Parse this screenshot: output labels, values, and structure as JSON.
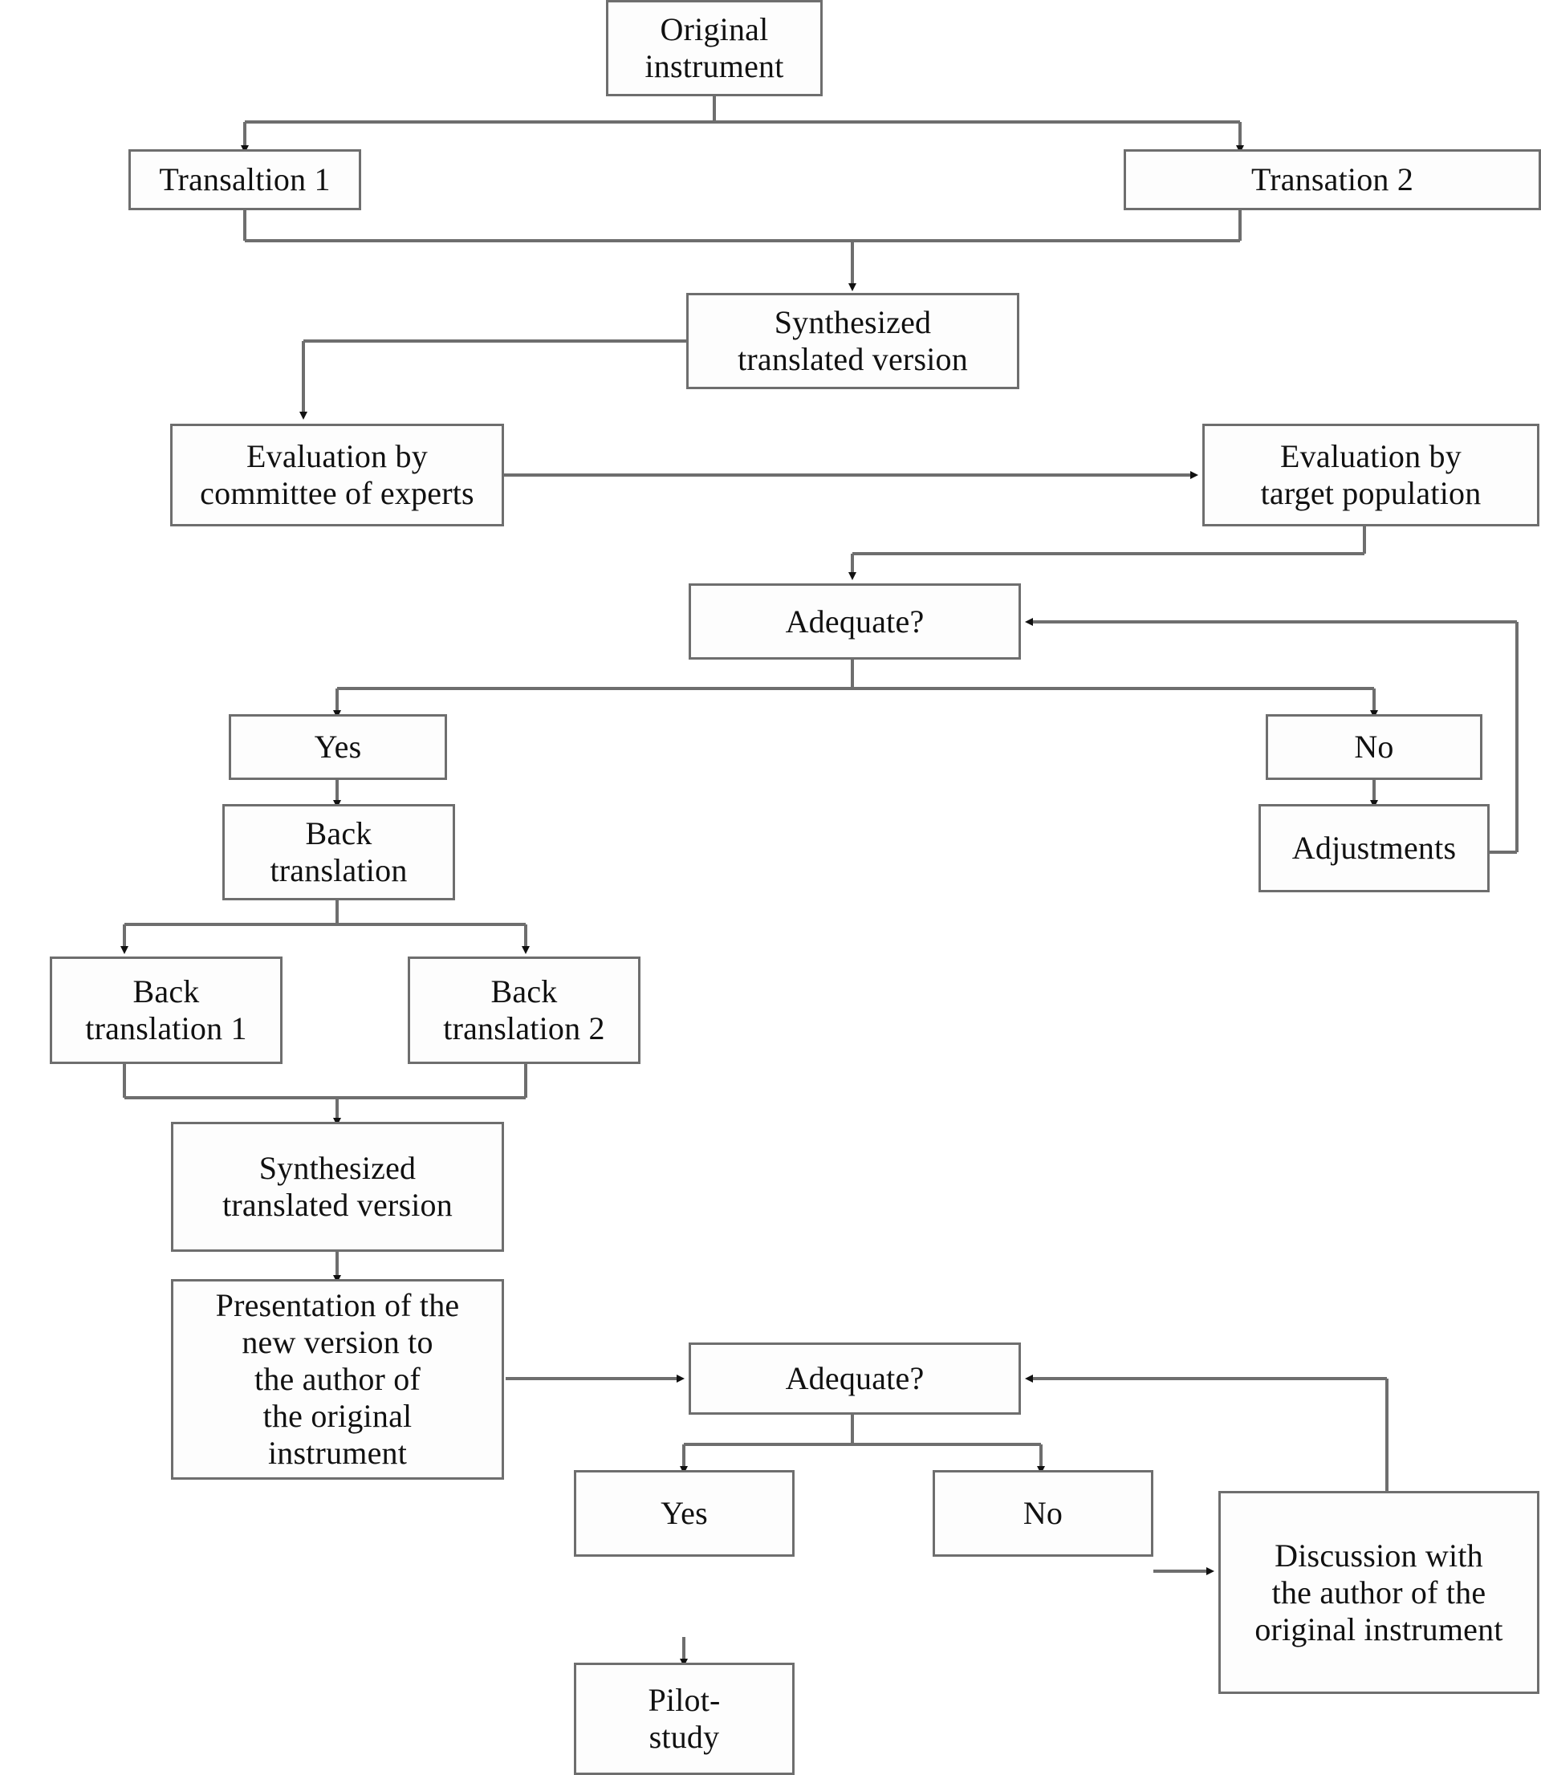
{
  "diagram": {
    "title": "Cross-cultural adaptation flowchart",
    "stroke_color": "#6e6e6e",
    "text_color": "#111111",
    "background": "#ffffff"
  },
  "nodes": {
    "original_instrument": "Original\ninstrument",
    "translation_1": "Transaltion 1",
    "translation_2": "Transation 2",
    "synthesized_1": "Synthesized\ntranslated version",
    "eval_committee": "Evaluation by\ncommittee of experts",
    "eval_target": "Evaluation by\ntarget population",
    "adequate_1": "Adequate?",
    "yes_1": "Yes",
    "no_1": "No",
    "adjustments": "Adjustments",
    "back_translation": "Back\ntranslation",
    "back_translation_1": "Back\ntranslation 1",
    "back_translation_2": "Back\ntranslation 2",
    "synthesized_2": "Synthesized\ntranslated version",
    "presentation": "Presentation of the\nnew version to\nthe author of\nthe original\ninstrument",
    "adequate_2": "Adequate?",
    "yes_2": "Yes",
    "no_2": "No",
    "discussion": "Discussion with\nthe author of the\noriginal instrument",
    "pilot_study": "Pilot-\nstudy"
  },
  "flow": {
    "edges": [
      {
        "from": "original_instrument",
        "to": "translation_1"
      },
      {
        "from": "original_instrument",
        "to": "translation_2"
      },
      {
        "from": "translation_1",
        "to": "synthesized_1"
      },
      {
        "from": "translation_2",
        "to": "synthesized_1"
      },
      {
        "from": "synthesized_1",
        "to": "eval_committee"
      },
      {
        "from": "eval_committee",
        "to": "eval_target"
      },
      {
        "from": "eval_target",
        "to": "adequate_1"
      },
      {
        "from": "adequate_1",
        "to": "yes_1"
      },
      {
        "from": "adequate_1",
        "to": "no_1"
      },
      {
        "from": "no_1",
        "to": "adjustments"
      },
      {
        "from": "adjustments",
        "to": "adequate_1"
      },
      {
        "from": "yes_1",
        "to": "back_translation"
      },
      {
        "from": "back_translation",
        "to": "back_translation_1"
      },
      {
        "from": "back_translation",
        "to": "back_translation_2"
      },
      {
        "from": "back_translation_1",
        "to": "synthesized_2"
      },
      {
        "from": "back_translation_2",
        "to": "synthesized_2"
      },
      {
        "from": "synthesized_2",
        "to": "presentation"
      },
      {
        "from": "presentation",
        "to": "adequate_2"
      },
      {
        "from": "adequate_2",
        "to": "yes_2"
      },
      {
        "from": "adequate_2",
        "to": "no_2"
      },
      {
        "from": "no_2",
        "to": "discussion"
      },
      {
        "from": "discussion",
        "to": "adequate_2"
      },
      {
        "from": "yes_2",
        "to": "pilot_study"
      }
    ]
  }
}
